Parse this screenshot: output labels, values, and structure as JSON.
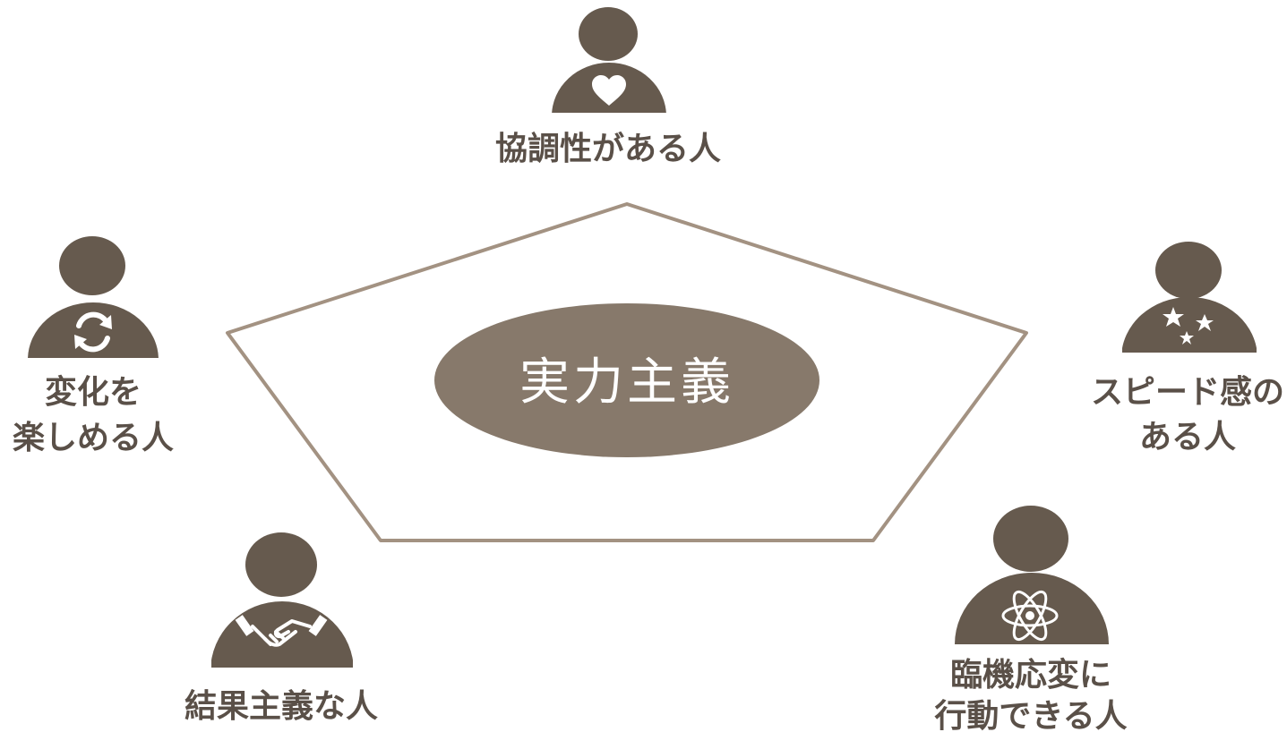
{
  "colors": {
    "person": "#665a4e",
    "label": "#5a5048",
    "pentagon_stroke": "#a39282",
    "center_fill": "#87796b",
    "center_text": "#ffffff",
    "icon": "#ffffff"
  },
  "center": {
    "label": "実力主義"
  },
  "traits": [
    {
      "id": "cooperative",
      "icon": "heart-icon",
      "lines": [
        "協調性がある人"
      ]
    },
    {
      "id": "speed",
      "icon": "stars-icon",
      "lines": [
        "スピード感の",
        "ある人"
      ]
    },
    {
      "id": "flexible",
      "icon": "atom-icon",
      "lines": [
        "臨機応変に",
        "行動できる人"
      ]
    },
    {
      "id": "result-oriented",
      "icon": "handshake-icon",
      "lines": [
        "結果主義な人"
      ]
    },
    {
      "id": "enjoy-change",
      "icon": "refresh-icon",
      "lines": [
        "変化を",
        "楽しめる人"
      ]
    }
  ]
}
